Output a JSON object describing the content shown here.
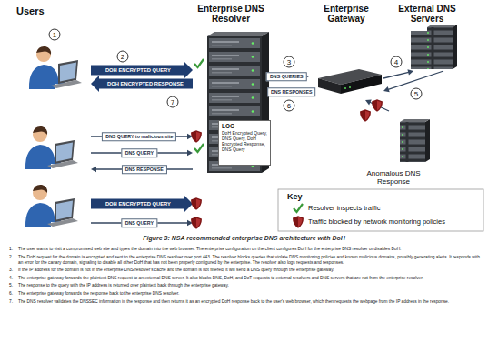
{
  "diagram": {
    "caption": "Figure 3: NSA recommended enterprise DNS architecture with DoH",
    "nodes": [
      {
        "text": [
          "Users"
        ]
      },
      {
        "text": [
          "Enterprise DNS Resolver"
        ]
      },
      {
        "text": [
          "LOG",
          "DoH Encrypted Query, DNS Query, DoH Encrypted Response, DNS Query"
        ],
        "in": 1
      },
      {
        "text": [
          "Enterprise Gateway"
        ]
      },
      {
        "text": [
          "External DNS Servers"
        ]
      },
      {
        "text": [
          "Anomalous DNS Response"
        ]
      }
    ],
    "edges": [
      {
        "from": 0,
        "to": 1,
        "label": "DOH ENCRYPTED QUERY",
        "arrow": "to"
      },
      {
        "from": 1,
        "to": 0,
        "label": "DOH ENCRYPTED RESPONSE",
        "arrow": "to"
      },
      {
        "from": 1,
        "to": 3,
        "label": "DNS QUERIES",
        "arrow": "to"
      },
      {
        "from": 3,
        "to": 1,
        "label": "DNS RESPONSES",
        "arrow": "to"
      },
      {
        "from": 3,
        "to": 4,
        "arrow": "to"
      },
      {
        "from": 4,
        "to": 3,
        "arrow": "to"
      },
      {
        "from": 0,
        "to": 1,
        "label": "DNS QUERY to malicious site",
        "arrow": "to"
      },
      {
        "from": 0,
        "to": 1,
        "label": "DNS QUERY",
        "arrow": "to"
      },
      {
        "from": 1,
        "to": 0,
        "label": "DNS RESPONSE",
        "arrow": "to"
      },
      {
        "from": 0,
        "to": 1,
        "label": "DOH ENCRYPTED QUERY",
        "arrow": "to"
      },
      {
        "from": 0,
        "to": 1,
        "label": "DNS QUERY",
        "arrow": "to"
      },
      {
        "from": 5,
        "to": 3,
        "arrow": "to"
      }
    ],
    "labels": [
      "1",
      "2",
      "3",
      "4",
      "5",
      "6",
      "7",
      "Key",
      "1.",
      "The user wants to visit a compromised web site and types the domain into the web browser. The enterprise configuration on the client configures DoH for the enterprise DNS resolver or disables DoH.",
      "2.",
      "The DoH request for the domain is encrypted and sent to the enterprise DNS resolver over port 443. The resolver blocks queries that violate DNS monitoring policies and known malicious domains, possibly generating alerts. It responds with an error for the canary domain, signaling to disable all other DoH that has not been properly configured by the enterprise. The resolver also logs requests and responses.",
      "3.",
      "If the IP address for the domain is not in the enterprise DNS resolver's cache and the domain is not filtered, it will send a DNS query through the enterprise gateway.",
      "4.",
      "The enterprise gateway forwards the plaintext DNS request to an external DNS server. It also blocks DNS, DoH, and DoT requests to external resolvers and DNS servers that are not from the enterprise resolver.",
      "5.",
      "The response to the query with the IP address is returned over plaintext back through the enterprise gateway.",
      "6.",
      "The enterprise gateway forwards the response back to the enterprise DNS resolver.",
      "7.",
      "The DNS resolver validates the DNSSEC information in the response and then returns it as an encrypted DoH response back to the user's web browser, which then requests the webpage from the IP address in the response."
    ],
    "legend": [
      {
        "text": "Resolver inspects traffic"
      },
      {
        "text": "Traffic blocked by network monitoring policies"
      }
    ]
  }
}
